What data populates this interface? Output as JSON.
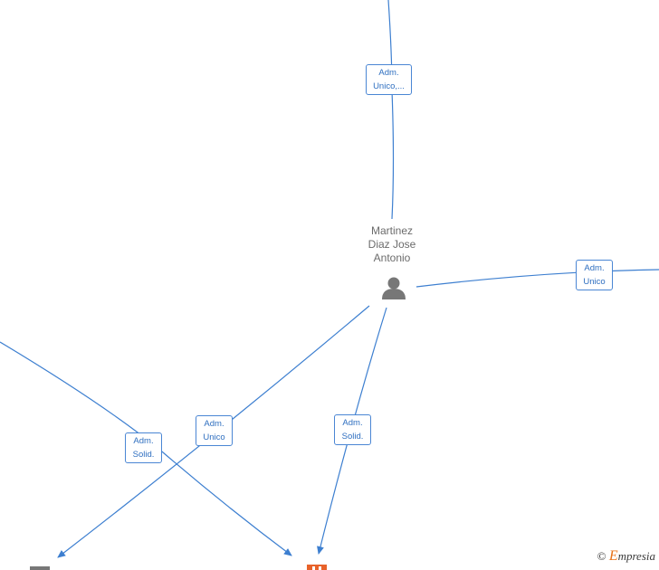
{
  "person": {
    "name_lines": [
      "Martinez",
      "Diaz Jose",
      "Antonio"
    ]
  },
  "edges": {
    "top": [
      "Adm.",
      "Unico,..."
    ],
    "right": [
      "Adm.",
      "Unico"
    ],
    "lower_left": [
      "Adm.",
      "Unico"
    ],
    "lower_center": [
      "Adm.",
      "Solid."
    ],
    "far_left": [
      "Adm.",
      "Solid."
    ]
  },
  "colors": {
    "edge": "#3d7fd0",
    "label_text": "#2f6fc0",
    "person_icon": "#777777",
    "company_accent": "#e8622a"
  },
  "icons": {
    "person": "person-icon",
    "company": "building-icon",
    "copyright": "copyright-icon"
  },
  "watermark": {
    "symbol": "©",
    "brand_first": "E",
    "brand_rest": "mpresia"
  }
}
